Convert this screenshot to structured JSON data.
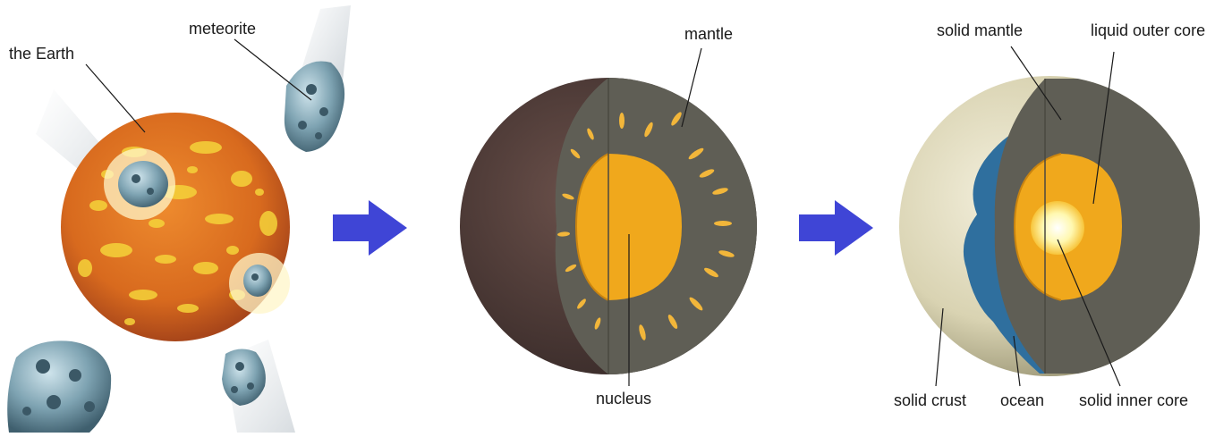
{
  "panels": [
    {
      "id": "stage-1",
      "labels": {
        "earth": "the Earth",
        "meteorite": "meteorite"
      }
    },
    {
      "id": "stage-2",
      "labels": {
        "mantle": "mantle",
        "nucleus": "nucleus"
      }
    },
    {
      "id": "stage-3",
      "labels": {
        "solid_mantle": "solid mantle",
        "liquid_outer_core": "liquid outer core",
        "solid_crust": "solid crust",
        "ocean": "ocean",
        "solid_inner_core": "solid inner core"
      }
    }
  ],
  "arrow_color": "#3f45d6",
  "colors": {
    "molten_earth": "#d2691e",
    "lava_spots": "#f5d33a",
    "mantle": "#5f5e55",
    "core": "#f0a81c",
    "crust_surface": "#4a3a36",
    "ocean": "#2f6f9e",
    "inner_core": "#fff8b0",
    "meteorite": "#6f97a6"
  }
}
